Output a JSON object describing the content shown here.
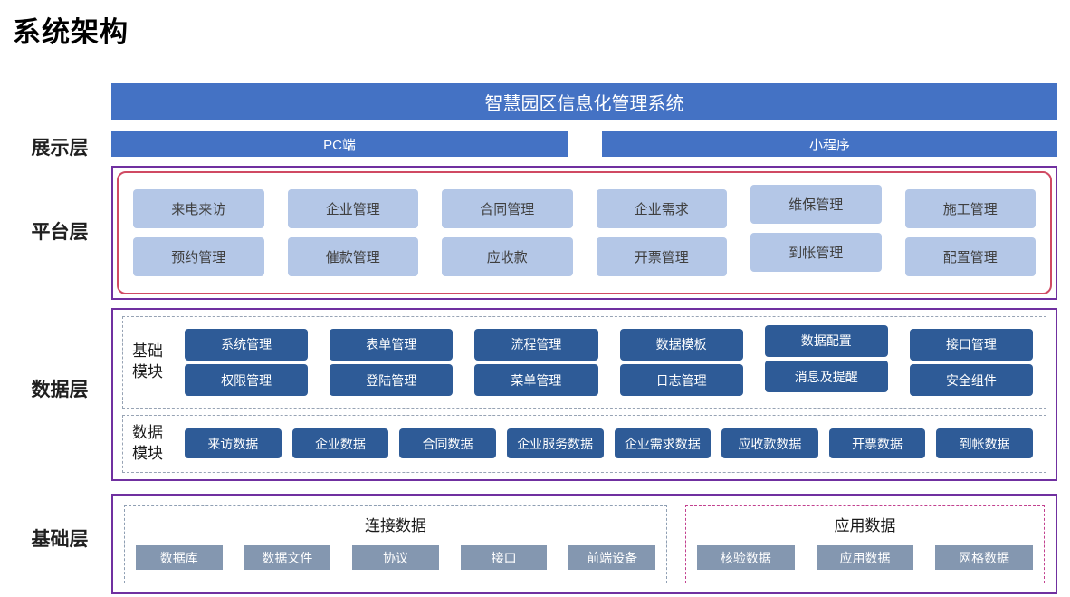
{
  "page_title": "系统架构",
  "banner": {
    "title": "智慧园区信息化管理系统"
  },
  "layers": {
    "display": {
      "label": "展示层",
      "items": [
        "PC端",
        "小程序"
      ]
    },
    "platform": {
      "label": "平台层",
      "rows": [
        [
          "来电来访",
          "企业管理",
          "合同管理",
          "企业需求",
          "维保管理",
          "施工管理"
        ],
        [
          "预约管理",
          "催款管理",
          "应收款",
          "开票管理",
          "到帐管理",
          "配置管理"
        ]
      ]
    },
    "data": {
      "label": "数据层",
      "base_module": {
        "label_line1": "基础",
        "label_line2": "模块",
        "rows": [
          [
            "系统管理",
            "表单管理",
            "流程管理",
            "数据模板",
            "数据配置",
            "接口管理"
          ],
          [
            "权限管理",
            "登陆管理",
            "菜单管理",
            "日志管理",
            "消息及提醒",
            "安全组件"
          ]
        ]
      },
      "data_module": {
        "label_line1": "数据",
        "label_line2": "模块",
        "items": [
          "来访数据",
          "企业数据",
          "合同数据",
          "企业服务数据",
          "企业需求数据",
          "应收款数据",
          "开票数据",
          "到帐数据"
        ]
      }
    },
    "base": {
      "label": "基础层",
      "connection": {
        "title": "连接数据",
        "items": [
          "数据库",
          "数据文件",
          "协议",
          "接口",
          "前端设备"
        ]
      },
      "application": {
        "title": "应用数据",
        "items": [
          "核验数据",
          "应用数据",
          "网格数据"
        ]
      }
    }
  },
  "colors": {
    "banner_blue": "#4472C4",
    "light_blue_box": "#B4C7E7",
    "dark_blue_box": "#2E5B97",
    "gray_blue_box": "#8497B0",
    "outer_border_purple": "#7030A0",
    "inner_border_red": "#D04A63",
    "dashed_border_gray": "#97A3B4",
    "dashdot_border_magenta": "#C2418F"
  }
}
